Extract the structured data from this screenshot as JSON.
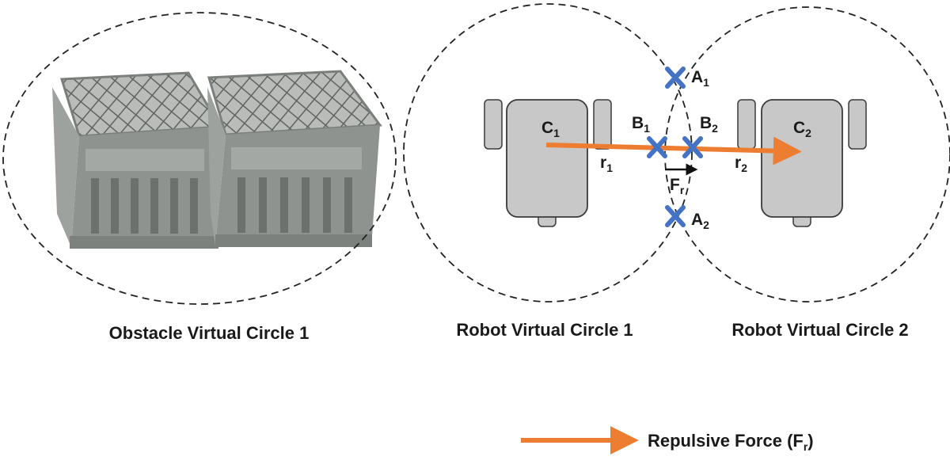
{
  "captions": {
    "obstacle_circle_1": "Obstacle Virtual Circle 1",
    "robot_circle_1": "Robot Virtual Circle 1",
    "robot_circle_2": "Robot Virtual Circle 2"
  },
  "points": {
    "c1": {
      "main": "C",
      "sub": "1"
    },
    "c2": {
      "main": "C",
      "sub": "2"
    },
    "b1": {
      "main": "B",
      "sub": "1"
    },
    "b2": {
      "main": "B",
      "sub": "2"
    },
    "a1": {
      "main": "A",
      "sub": "1"
    },
    "a2": {
      "main": "A",
      "sub": "2"
    },
    "r1": {
      "main": "r",
      "sub": "1"
    },
    "r2": {
      "main": "r",
      "sub": "2"
    },
    "fr": {
      "main": "F",
      "sub": "r"
    }
  },
  "legend": {
    "label": "Repulsive Force (F",
    "sub": "r",
    "close": ")"
  },
  "colors": {
    "force_arrow": "#ED7D31",
    "intersection_mark": "#4472C4",
    "robot_body": "#C8C8C8",
    "robot_outline": "#3A3A3A",
    "crate": "#8C918C",
    "dashed_circle": "#222222"
  }
}
